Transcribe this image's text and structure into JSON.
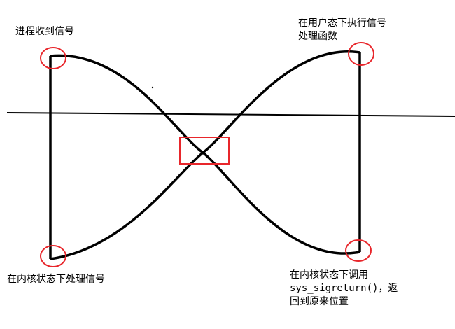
{
  "colors": {
    "line": "#000000",
    "marker": "#e8262b",
    "background": "#ffffff"
  },
  "labels": {
    "receive_signal": "进程收到信号",
    "user_mode_handler_line1": "在用户态下执行信号",
    "user_mode_handler_line2": "处理函数",
    "kernel_handle_signal": "在内核状态下处理信号",
    "sigreturn_line1": "在内核状态下调用",
    "sigreturn_call": "sys_sigreturn()",
    "sigreturn_sep": "，返",
    "sigreturn_line3": "回到原来位置"
  }
}
